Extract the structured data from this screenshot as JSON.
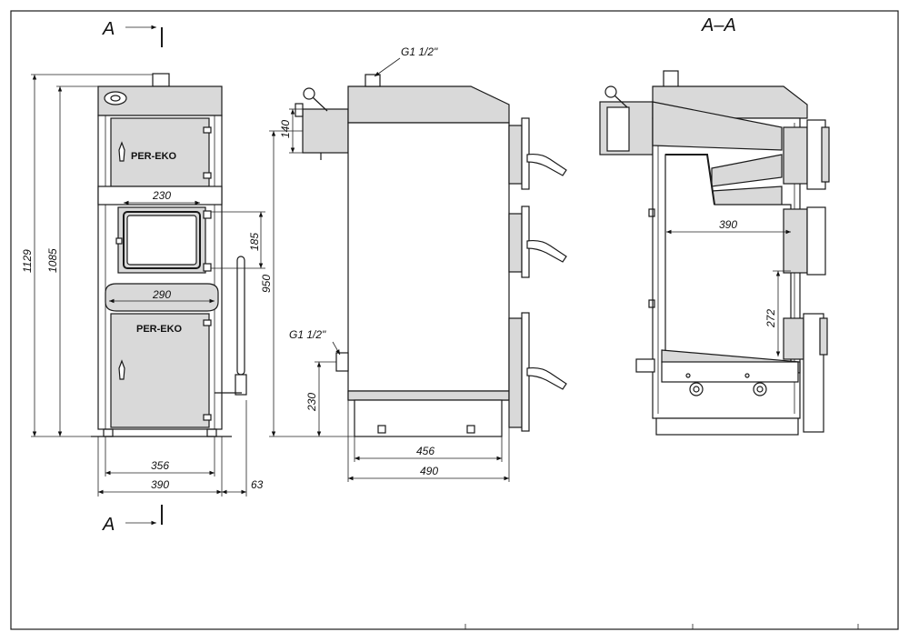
{
  "section_markers": {
    "top_left": "A",
    "bottom_left": "A",
    "section_title": "A–A"
  },
  "brand_labels": {
    "upper_door": "PER-EKO",
    "lower_door": "PER-EKO"
  },
  "front_view": {
    "height_total": "1129",
    "height_body": "1085",
    "door_width": "230",
    "opening_height": "185",
    "handle_width": "290",
    "base_width": "356",
    "overall_width": "390",
    "extra_width": "63"
  },
  "side_view": {
    "top_connection": "G1 1/2\"",
    "side_connection": "G1 1/2\"",
    "upper_height": "140",
    "mid_height": "950",
    "lower_height": "230",
    "depth_inner": "456",
    "depth_total": "490"
  },
  "section_view": {
    "inner_width": "390",
    "chamber_height": "272"
  },
  "colors": {
    "line": "#1a1a1a",
    "fill_gray": "#d9d9d9",
    "background": "#ffffff"
  }
}
